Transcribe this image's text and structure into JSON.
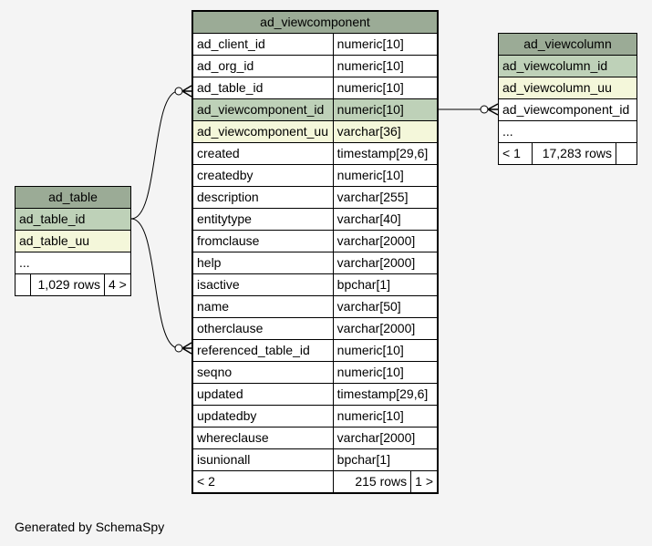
{
  "ad_viewcomponent": {
    "title": "ad_viewcomponent",
    "columns": [
      {
        "name": "ad_client_id",
        "type": "numeric[10]",
        "key": ""
      },
      {
        "name": "ad_org_id",
        "type": "numeric[10]",
        "key": ""
      },
      {
        "name": "ad_table_id",
        "type": "numeric[10]",
        "key": ""
      },
      {
        "name": "ad_viewcomponent_id",
        "type": "numeric[10]",
        "key": "pk"
      },
      {
        "name": "ad_viewcomponent_uu",
        "type": "varchar[36]",
        "key": "uk"
      },
      {
        "name": "created",
        "type": "timestamp[29,6]",
        "key": ""
      },
      {
        "name": "createdby",
        "type": "numeric[10]",
        "key": ""
      },
      {
        "name": "description",
        "type": "varchar[255]",
        "key": ""
      },
      {
        "name": "entitytype",
        "type": "varchar[40]",
        "key": ""
      },
      {
        "name": "fromclause",
        "type": "varchar[2000]",
        "key": ""
      },
      {
        "name": "help",
        "type": "varchar[2000]",
        "key": ""
      },
      {
        "name": "isactive",
        "type": "bpchar[1]",
        "key": ""
      },
      {
        "name": "name",
        "type": "varchar[50]",
        "key": ""
      },
      {
        "name": "otherclause",
        "type": "varchar[2000]",
        "key": ""
      },
      {
        "name": "referenced_table_id",
        "type": "numeric[10]",
        "key": ""
      },
      {
        "name": "seqno",
        "type": "numeric[10]",
        "key": ""
      },
      {
        "name": "updated",
        "type": "timestamp[29,6]",
        "key": ""
      },
      {
        "name": "updatedby",
        "type": "numeric[10]",
        "key": ""
      },
      {
        "name": "whereclause",
        "type": "varchar[2000]",
        "key": ""
      },
      {
        "name": "isunionall",
        "type": "bpchar[1]",
        "key": ""
      }
    ],
    "footer": {
      "parents": "< 2",
      "rows": "215 rows",
      "children": "1 >"
    }
  },
  "ad_table": {
    "title": "ad_table",
    "rows": [
      {
        "name": "ad_table_id",
        "key": "pk"
      },
      {
        "name": "ad_table_uu",
        "key": "uk"
      },
      {
        "name": "...",
        "key": ""
      }
    ],
    "footer": {
      "parents": "",
      "rows": "1,029 rows",
      "children": "4 >"
    }
  },
  "ad_viewcolumn": {
    "title": "ad_viewcolumn",
    "rows": [
      {
        "name": "ad_viewcolumn_id",
        "key": "pk"
      },
      {
        "name": "ad_viewcolumn_uu",
        "key": "uk"
      },
      {
        "name": "ad_viewcomponent_id",
        "key": ""
      },
      {
        "name": "...",
        "key": ""
      }
    ],
    "footer": {
      "parents": "< 1",
      "rows": "17,283 rows",
      "children": ""
    }
  },
  "footer_text": "Generated by SchemaSpy",
  "colors": {
    "header": "#9bab96",
    "primary_key": "#bed1b8",
    "unique_key": "#f4f7da",
    "background": "#f4f4f4"
  }
}
